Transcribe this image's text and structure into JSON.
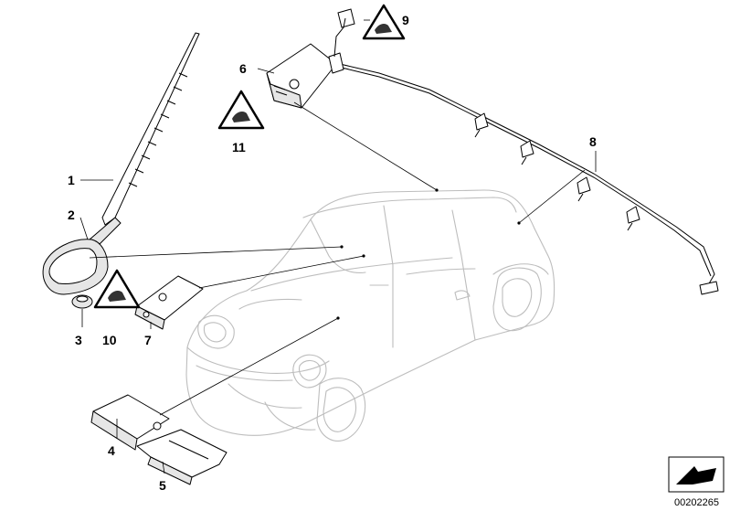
{
  "callouts": {
    "p1": "1",
    "p2": "2",
    "p3": "3",
    "p4": "4",
    "p5": "5",
    "p6": "6",
    "p7": "7",
    "p8": "8",
    "p9": "9",
    "p10": "10",
    "p11": "11"
  },
  "document_number": "00202265",
  "icons": {
    "warning_signs": "warning-triangle-icon",
    "corner_arrow": "corner-arrow-icon"
  }
}
